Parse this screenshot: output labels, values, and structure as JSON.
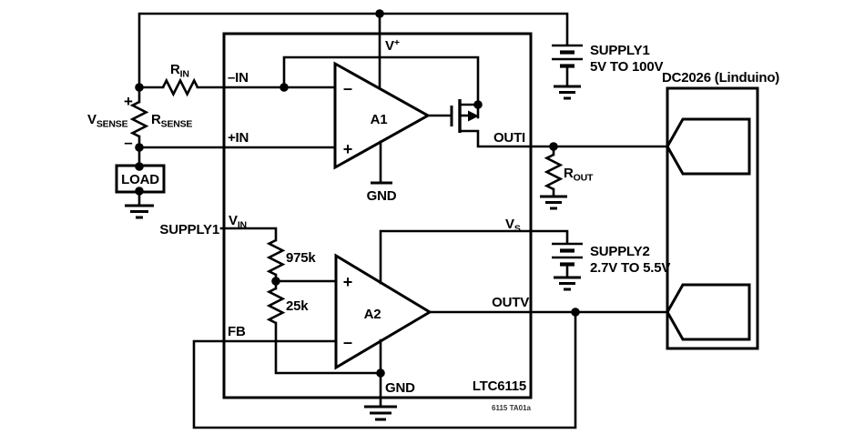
{
  "colors": {
    "ic_fill": "#f4c8c0",
    "line": "#000000",
    "background": "#ffffff"
  },
  "ic": {
    "part": "LTC6115",
    "figure_id": "6115 TA01a",
    "pins": {
      "neg_in": "–IN",
      "pos_in": "+IN",
      "v_plus": {
        "main": "V",
        "sup": "+"
      },
      "gnd_a1": "GND",
      "v_in": {
        "main": "V",
        "sub": "IN"
      },
      "fb": "FB",
      "gnd_a2": "GND",
      "v_s": {
        "main": "V",
        "sub": "S"
      },
      "out_i": "OUTI",
      "out_v": "OUTV"
    },
    "amps": {
      "a1": {
        "name": "A1",
        "top_sign": "–",
        "bottom_sign": "+"
      },
      "a2": {
        "name": "A2",
        "top_sign": "+",
        "bottom_sign": "–"
      }
    },
    "resistors": {
      "divider_top": "975k",
      "divider_bottom": "25k"
    }
  },
  "external": {
    "v_sense": {
      "main": "V",
      "sub": "SENSE"
    },
    "sense_plus": "+",
    "sense_minus": "–",
    "r_sense": {
      "main": "R",
      "sub": "SENSE"
    },
    "r_in": {
      "main": "R",
      "sub": "IN"
    },
    "r_out": {
      "main": "R",
      "sub": "OUT"
    },
    "load": "LOAD",
    "supply1_feed_label": "SUPPLY1",
    "supply1": {
      "name": "SUPPLY1",
      "range": "5V TO 100V"
    },
    "supply2": {
      "name": "SUPPLY2",
      "range": "2.7V TO 5.5V"
    },
    "linduino": "DC2026 (Linduino)"
  }
}
